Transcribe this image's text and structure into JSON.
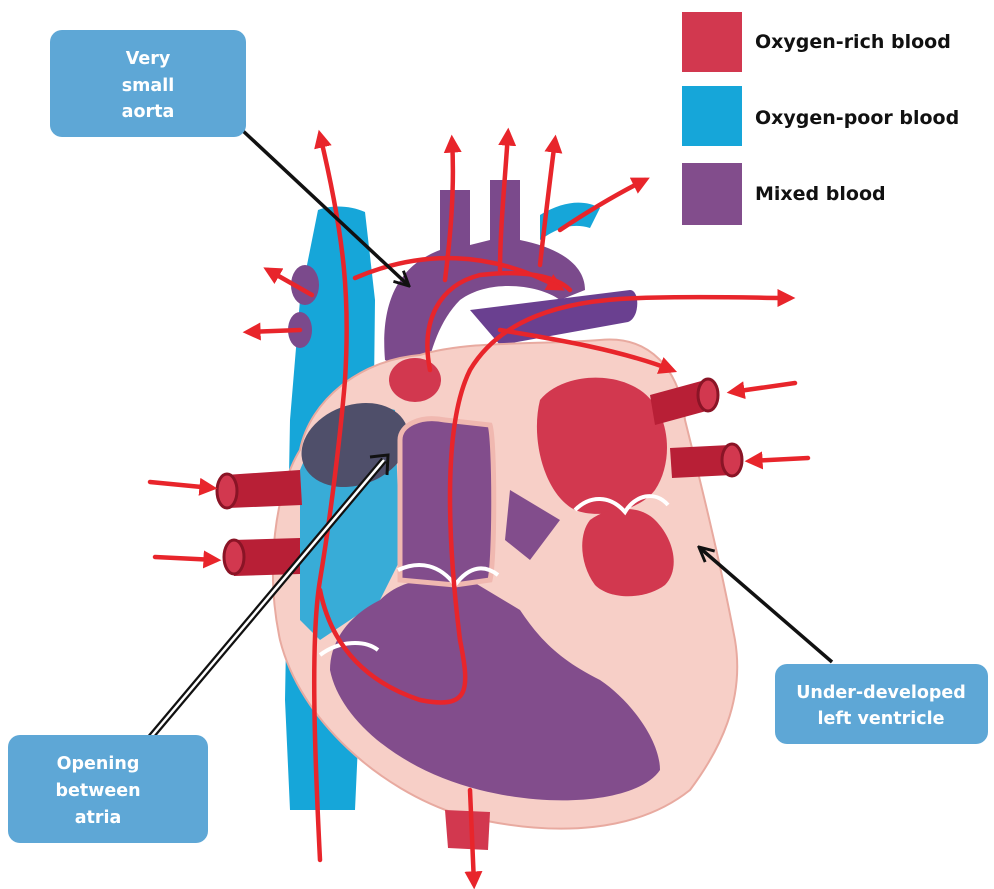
{
  "legend": {
    "items": [
      {
        "label": "Oxygen-rich blood",
        "color": "#d2384f"
      },
      {
        "label": "Oxygen-poor blood",
        "color": "#16a6d9"
      },
      {
        "label": "Mixed blood",
        "color": "#824d8c"
      }
    ]
  },
  "callouts": {
    "aorta": {
      "lines": [
        "Very",
        "small",
        "aorta"
      ]
    },
    "atria": {
      "lines": [
        "Opening",
        "between",
        "atria"
      ]
    },
    "ventricle": {
      "lines": [
        "Under-developed",
        "left ventricle"
      ]
    }
  },
  "colors": {
    "callout_fill": "#5ea7d6",
    "flow_arrow": "#e8252b",
    "pointer_arrow": "#111111",
    "heart_wall": "#f7cfc7"
  }
}
